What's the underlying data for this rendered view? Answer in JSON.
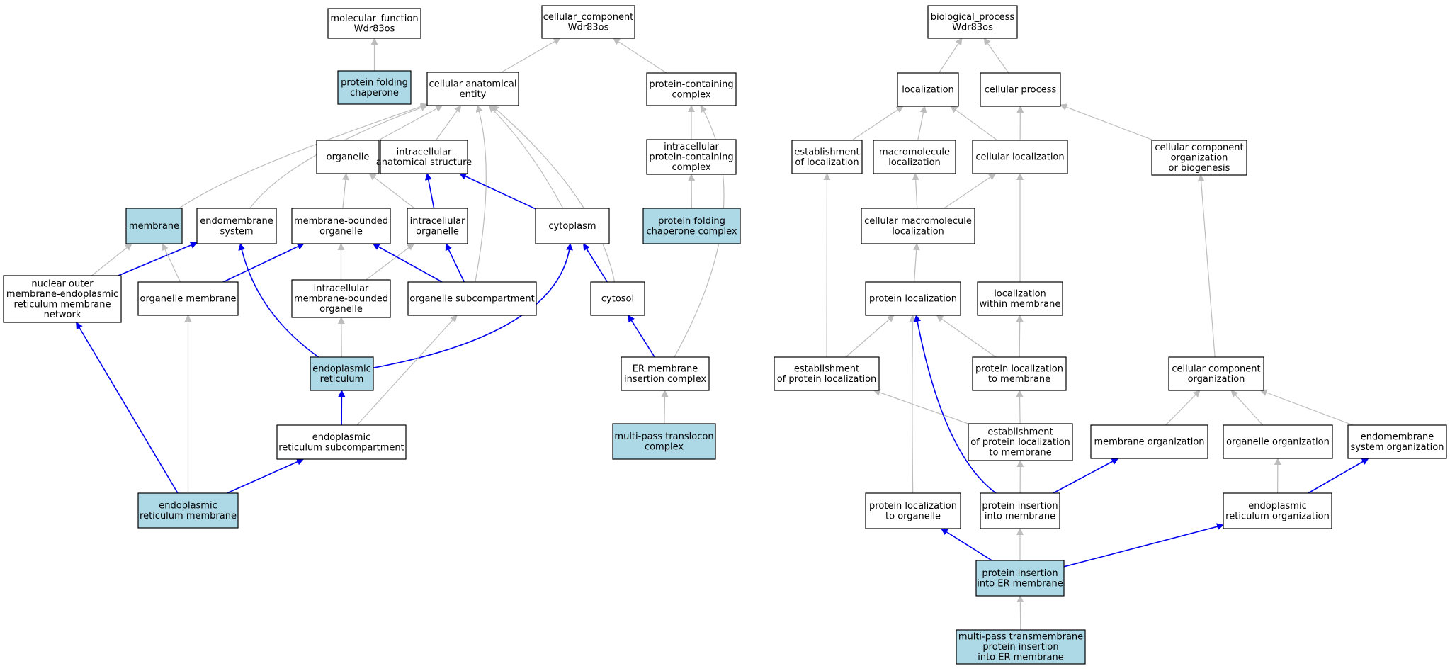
{
  "colors": {
    "highlight_fill": "#add8e6",
    "plain_fill": "#ffffff",
    "node_stroke": "#000000",
    "edge_is_a": "#bdbdbd",
    "edge_part_of": "#0000ee"
  },
  "nodes": [
    {
      "id": "mf",
      "lines": [
        "molecular_function",
        "Wdr83os"
      ],
      "highlight": false
    },
    {
      "id": "cc",
      "lines": [
        "cellular_component",
        "Wdr83os"
      ],
      "highlight": false
    },
    {
      "id": "bp",
      "lines": [
        "biological_process",
        "Wdr83os"
      ],
      "highlight": false
    },
    {
      "id": "pfc",
      "lines": [
        "protein folding",
        "chaperone"
      ],
      "highlight": true
    },
    {
      "id": "cae",
      "lines": [
        "cellular anatomical",
        "entity"
      ],
      "highlight": false
    },
    {
      "id": "pcc",
      "lines": [
        "protein-containing",
        "complex"
      ],
      "highlight": false
    },
    {
      "id": "loc",
      "lines": [
        "localization"
      ],
      "highlight": false
    },
    {
      "id": "cp",
      "lines": [
        "cellular process"
      ],
      "highlight": false
    },
    {
      "id": "org",
      "lines": [
        "organelle"
      ],
      "highlight": false
    },
    {
      "id": "ias",
      "lines": [
        "intracellular",
        "anatomical structure"
      ],
      "highlight": false
    },
    {
      "id": "ipcc",
      "lines": [
        "intracellular",
        "protein-containing",
        "complex"
      ],
      "highlight": false
    },
    {
      "id": "eol",
      "lines": [
        "establishment",
        "of localization"
      ],
      "highlight": false
    },
    {
      "id": "mml",
      "lines": [
        "macromolecule",
        "localization"
      ],
      "highlight": false
    },
    {
      "id": "cl",
      "lines": [
        "cellular localization"
      ],
      "highlight": false
    },
    {
      "id": "ccob",
      "lines": [
        "cellular component",
        "organization",
        "or biogenesis"
      ],
      "highlight": false
    },
    {
      "id": "mem",
      "lines": [
        "membrane"
      ],
      "highlight": true
    },
    {
      "id": "ems",
      "lines": [
        "endomembrane",
        "system"
      ],
      "highlight": false
    },
    {
      "id": "mbo",
      "lines": [
        "membrane-bounded",
        "organelle"
      ],
      "highlight": false
    },
    {
      "id": "io",
      "lines": [
        "intracellular",
        "organelle"
      ],
      "highlight": false
    },
    {
      "id": "cyto",
      "lines": [
        "cytoplasm"
      ],
      "highlight": false
    },
    {
      "id": "pfcc",
      "lines": [
        "protein folding",
        "chaperone complex"
      ],
      "highlight": true
    },
    {
      "id": "cml",
      "lines": [
        "cellular macromolecule",
        "localization"
      ],
      "highlight": false
    },
    {
      "id": "nom",
      "lines": [
        "nuclear outer",
        "membrane-endoplasmic",
        "reticulum membrane",
        "network"
      ],
      "highlight": false
    },
    {
      "id": "om",
      "lines": [
        "organelle membrane"
      ],
      "highlight": false
    },
    {
      "id": "imbo",
      "lines": [
        "intracellular",
        "membrane-bounded",
        "organelle"
      ],
      "highlight": false
    },
    {
      "id": "osc",
      "lines": [
        "organelle subcompartment"
      ],
      "highlight": false
    },
    {
      "id": "cytosol",
      "lines": [
        "cytosol"
      ],
      "highlight": false
    },
    {
      "id": "pl",
      "lines": [
        "protein localization"
      ],
      "highlight": false
    },
    {
      "id": "lwm",
      "lines": [
        "localization",
        "within membrane"
      ],
      "highlight": false
    },
    {
      "id": "er",
      "lines": [
        "endoplasmic",
        "reticulum"
      ],
      "highlight": true
    },
    {
      "id": "ermic",
      "lines": [
        "ER membrane",
        "insertion complex"
      ],
      "highlight": false
    },
    {
      "id": "epl",
      "lines": [
        "establishment",
        "of protein localization"
      ],
      "highlight": false
    },
    {
      "id": "pltm",
      "lines": [
        "protein localization",
        "to membrane"
      ],
      "highlight": false
    },
    {
      "id": "cco",
      "lines": [
        "cellular component",
        "organization"
      ],
      "highlight": false
    },
    {
      "id": "ersc",
      "lines": [
        "endoplasmic",
        "reticulum subcompartment"
      ],
      "highlight": false
    },
    {
      "id": "mptc",
      "lines": [
        "multi-pass translocon",
        "complex"
      ],
      "highlight": true
    },
    {
      "id": "epltm",
      "lines": [
        "establishment",
        "of protein localization",
        "to membrane"
      ],
      "highlight": false
    },
    {
      "id": "mo",
      "lines": [
        "membrane organization"
      ],
      "highlight": false
    },
    {
      "id": "oo",
      "lines": [
        "organelle organization"
      ],
      "highlight": false
    },
    {
      "id": "emso",
      "lines": [
        "endomembrane",
        "system organization"
      ],
      "highlight": false
    },
    {
      "id": "erm",
      "lines": [
        "endoplasmic",
        "reticulum membrane"
      ],
      "highlight": true
    },
    {
      "id": "plto",
      "lines": [
        "protein localization",
        "to organelle"
      ],
      "highlight": false
    },
    {
      "id": "pim",
      "lines": [
        "protein insertion",
        "into membrane"
      ],
      "highlight": false
    },
    {
      "id": "ero",
      "lines": [
        "endoplasmic",
        "reticulum organization"
      ],
      "highlight": false
    },
    {
      "id": "pier",
      "lines": [
        "protein insertion",
        "into ER membrane"
      ],
      "highlight": true
    },
    {
      "id": "mptpi",
      "lines": [
        "multi-pass transmembrane",
        "protein insertion",
        "into ER membrane"
      ],
      "highlight": true
    }
  ],
  "edges": [
    {
      "from": "pfc",
      "to": "mf",
      "kind": "is_a"
    },
    {
      "from": "cae",
      "to": "cc",
      "kind": "is_a"
    },
    {
      "from": "pcc",
      "to": "cc",
      "kind": "is_a"
    },
    {
      "from": "loc",
      "to": "bp",
      "kind": "is_a"
    },
    {
      "from": "cp",
      "to": "bp",
      "kind": "is_a"
    },
    {
      "from": "ipcc",
      "to": "pcc",
      "kind": "is_a"
    },
    {
      "from": "pfcc",
      "to": "ipcc",
      "kind": "is_a"
    },
    {
      "from": "ermic",
      "to": "pcc",
      "kind": "is_a"
    },
    {
      "from": "mptc",
      "to": "ermic",
      "kind": "is_a"
    },
    {
      "from": "mem",
      "to": "cae",
      "kind": "is_a"
    },
    {
      "from": "ems",
      "to": "cae",
      "kind": "is_a"
    },
    {
      "from": "org",
      "to": "cae",
      "kind": "is_a"
    },
    {
      "from": "ias",
      "to": "cae",
      "kind": "is_a"
    },
    {
      "from": "osc",
      "to": "cae",
      "kind": "is_a"
    },
    {
      "from": "cyto",
      "to": "cae",
      "kind": "is_a"
    },
    {
      "from": "cytosol",
      "to": "cae",
      "kind": "is_a"
    },
    {
      "from": "mbo",
      "to": "org",
      "kind": "is_a"
    },
    {
      "from": "io",
      "to": "org",
      "kind": "is_a"
    },
    {
      "from": "io",
      "to": "ias",
      "kind": "part_of"
    },
    {
      "from": "cyto",
      "to": "ias",
      "kind": "part_of"
    },
    {
      "from": "nom",
      "to": "mem",
      "kind": "is_a"
    },
    {
      "from": "nom",
      "to": "ems",
      "kind": "part_of"
    },
    {
      "from": "om",
      "to": "mem",
      "kind": "is_a"
    },
    {
      "from": "om",
      "to": "mbo",
      "kind": "part_of"
    },
    {
      "from": "imbo",
      "to": "mbo",
      "kind": "is_a"
    },
    {
      "from": "imbo",
      "to": "io",
      "kind": "is_a"
    },
    {
      "from": "osc",
      "to": "mbo",
      "kind": "part_of"
    },
    {
      "from": "osc",
      "to": "io",
      "kind": "part_of"
    },
    {
      "from": "cytosol",
      "to": "cyto",
      "kind": "part_of"
    },
    {
      "from": "er",
      "to": "imbo",
      "kind": "is_a"
    },
    {
      "from": "er",
      "to": "ems",
      "kind": "part_of"
    },
    {
      "from": "er",
      "to": "cyto",
      "kind": "part_of"
    },
    {
      "from": "ermic",
      "to": "cytosol",
      "kind": "part_of"
    },
    {
      "from": "ersc",
      "to": "er",
      "kind": "part_of"
    },
    {
      "from": "ersc",
      "to": "osc",
      "kind": "is_a"
    },
    {
      "from": "erm",
      "to": "om",
      "kind": "is_a"
    },
    {
      "from": "erm",
      "to": "nom",
      "kind": "part_of"
    },
    {
      "from": "erm",
      "to": "ersc",
      "kind": "part_of"
    },
    {
      "from": "eol",
      "to": "loc",
      "kind": "is_a"
    },
    {
      "from": "mml",
      "to": "loc",
      "kind": "is_a"
    },
    {
      "from": "cl",
      "to": "loc",
      "kind": "is_a"
    },
    {
      "from": "cl",
      "to": "cp",
      "kind": "is_a"
    },
    {
      "from": "ccob",
      "to": "cp",
      "kind": "is_a"
    },
    {
      "from": "cml",
      "to": "mml",
      "kind": "is_a"
    },
    {
      "from": "cml",
      "to": "cl",
      "kind": "is_a"
    },
    {
      "from": "pl",
      "to": "cml",
      "kind": "is_a"
    },
    {
      "from": "lwm",
      "to": "cl",
      "kind": "is_a"
    },
    {
      "from": "epl",
      "to": "pl",
      "kind": "is_a"
    },
    {
      "from": "epl",
      "to": "eol",
      "kind": "is_a"
    },
    {
      "from": "pltm",
      "to": "pl",
      "kind": "is_a"
    },
    {
      "from": "pltm",
      "to": "lwm",
      "kind": "is_a"
    },
    {
      "from": "cco",
      "to": "ccob",
      "kind": "is_a"
    },
    {
      "from": "epltm",
      "to": "epl",
      "kind": "is_a"
    },
    {
      "from": "epltm",
      "to": "pltm",
      "kind": "is_a"
    },
    {
      "from": "mo",
      "to": "cco",
      "kind": "is_a"
    },
    {
      "from": "oo",
      "to": "cco",
      "kind": "is_a"
    },
    {
      "from": "emso",
      "to": "cco",
      "kind": "is_a"
    },
    {
      "from": "plto",
      "to": "pl",
      "kind": "is_a"
    },
    {
      "from": "pim",
      "to": "epltm",
      "kind": "is_a"
    },
    {
      "from": "pim",
      "to": "pl",
      "kind": "part_of"
    },
    {
      "from": "pim",
      "to": "mo",
      "kind": "part_of"
    },
    {
      "from": "ero",
      "to": "oo",
      "kind": "is_a"
    },
    {
      "from": "ero",
      "to": "emso",
      "kind": "part_of"
    },
    {
      "from": "pier",
      "to": "pim",
      "kind": "is_a"
    },
    {
      "from": "pier",
      "to": "plto",
      "kind": "part_of"
    },
    {
      "from": "pier",
      "to": "ero",
      "kind": "part_of"
    },
    {
      "from": "mptpi",
      "to": "pier",
      "kind": "is_a"
    }
  ]
}
